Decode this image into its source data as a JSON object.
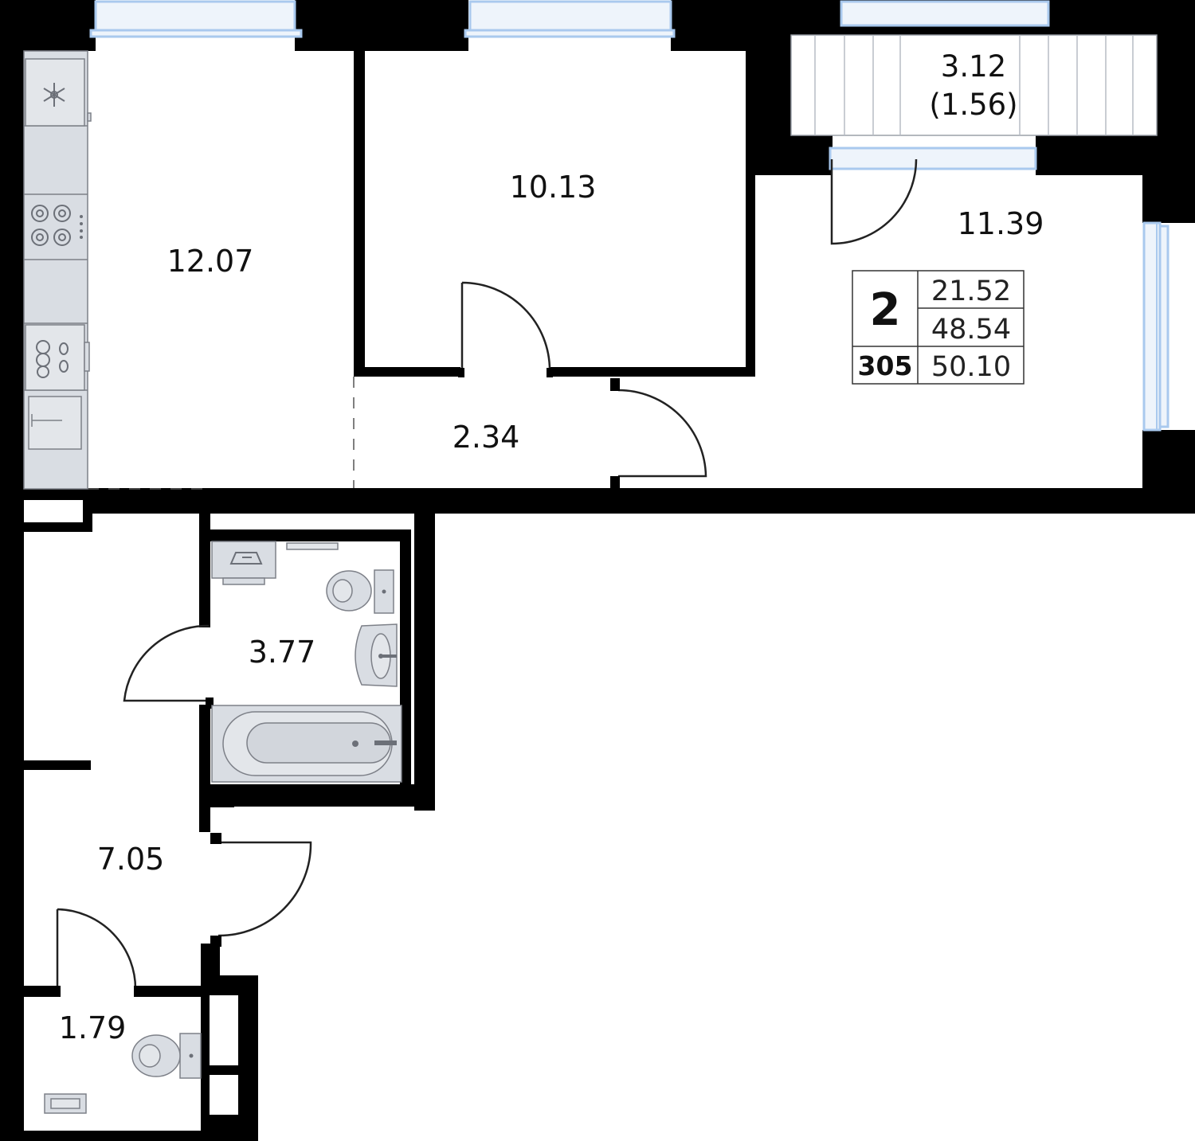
{
  "rooms": {
    "kitchen_living": "12.07",
    "bedroom": "10.13",
    "living_room": "11.39",
    "corridor": "2.34",
    "bathroom": "3.77",
    "hallway": "7.05",
    "toilet": "1.79"
  },
  "balcony": {
    "area": "3.12",
    "reduced_area": "(1.56)"
  },
  "summary": {
    "rooms_count": "2",
    "living_area": "21.52",
    "total_area": "48.54",
    "apartment_number": "305",
    "total_with_balcony": "50.10"
  },
  "colors": {
    "wall": "#000000",
    "window": "#a9c9ee",
    "fixture_fill": "#d9dde3",
    "fixture_stroke": "#7d8088"
  }
}
